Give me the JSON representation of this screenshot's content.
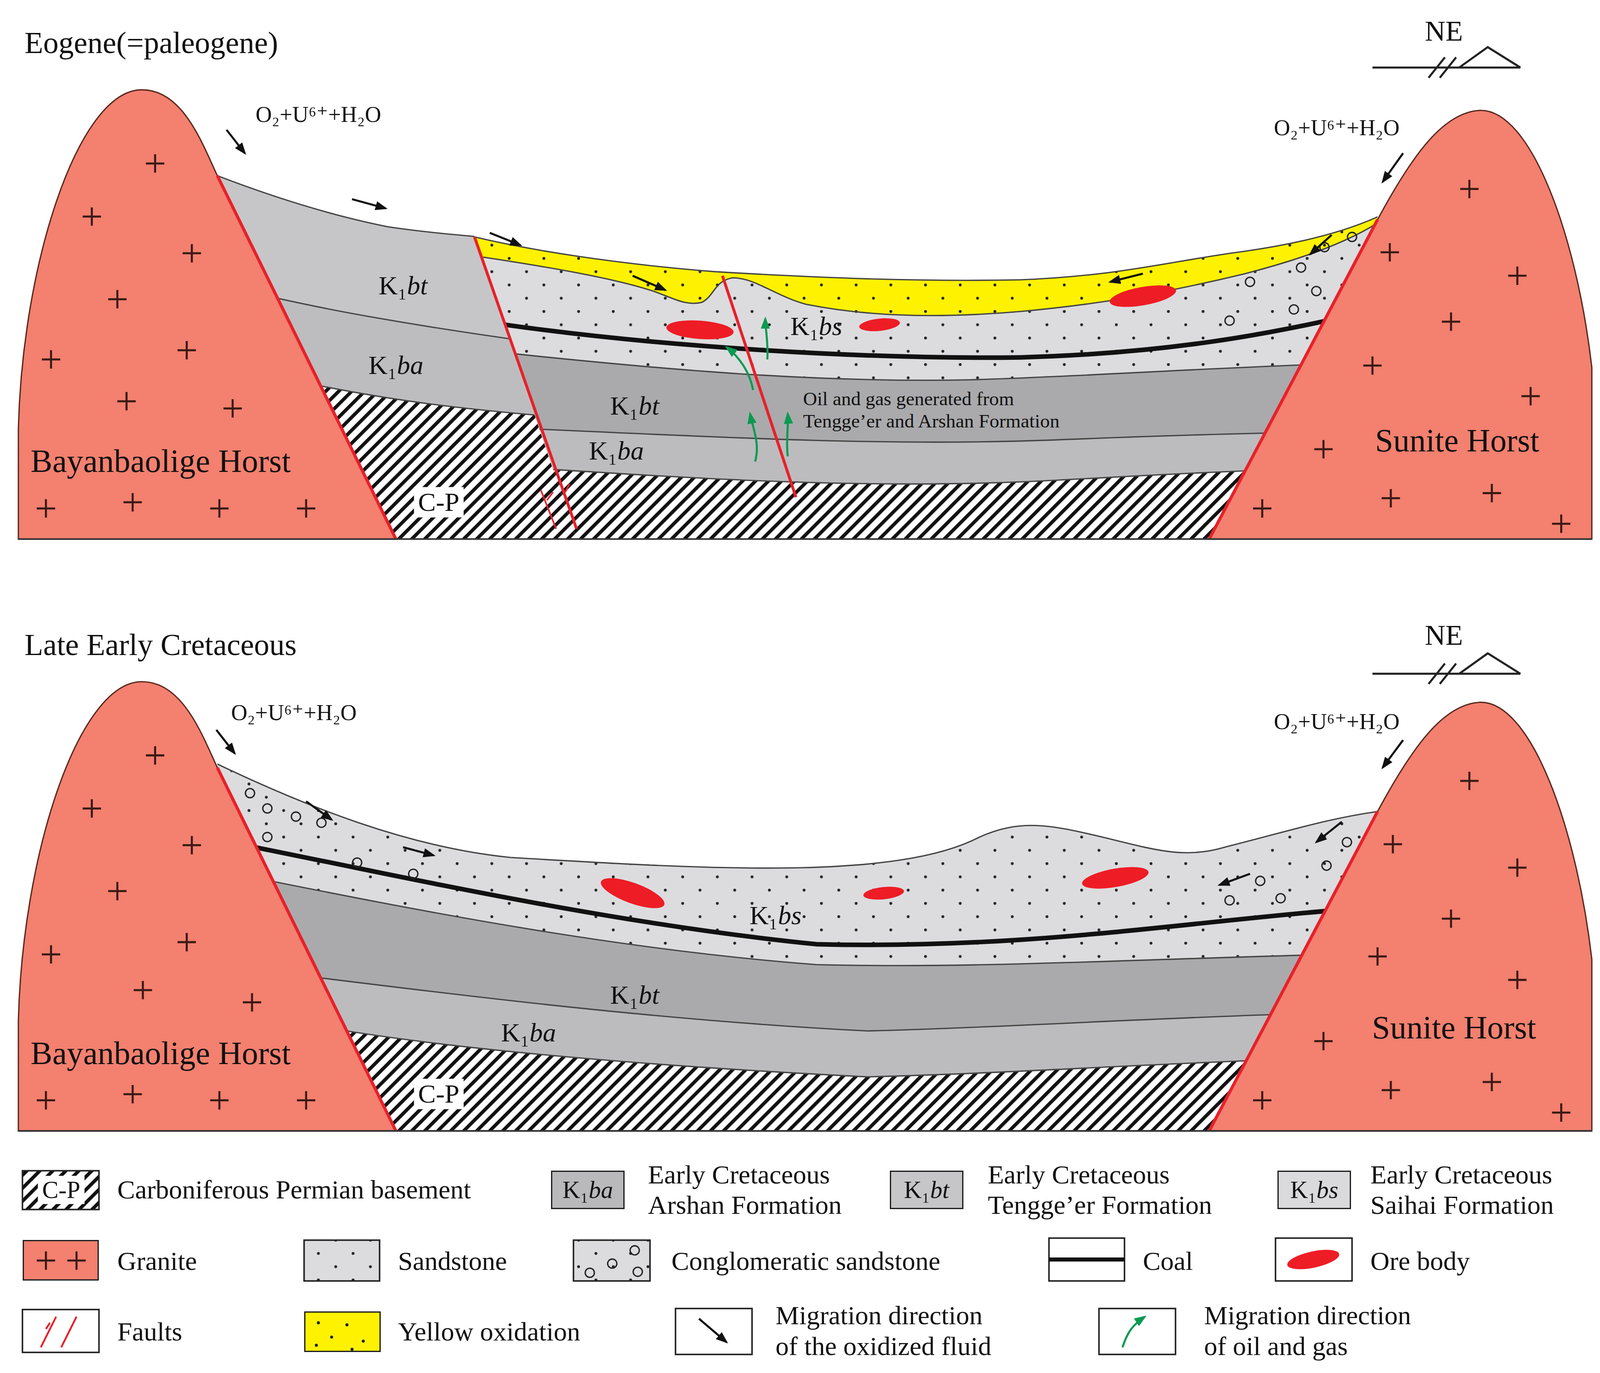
{
  "diagram": {
    "labels": [
      "Eogene(=paleogene)",
      "NE",
      "O₂+U⁶⁺+H₂O",
      "O₂+U⁶⁺+H₂O",
      "K₁bt",
      "K₁bs",
      "K₁ba",
      "Oil and gas generated from Tengge’er and Arshan Formation",
      "K₁bt",
      "K₁ba",
      "Bayanbaolige Horst",
      "Sunite Horst",
      "C-P",
      "Late Early Cretaceous",
      "NE",
      "O₂+U⁶⁺+H₂O",
      "O₂+U⁶⁺+H₂O",
      "K₁bs",
      "K₁bt",
      "K₁ba",
      "Bayanbaolige Horst",
      "Sunite Horst",
      "C-P",
      "C-P",
      "K₁ba",
      "K₁bt",
      "K₁bs"
    ],
    "legend": [
      {
        "text": "Carboniferous Permian basement"
      },
      {
        "text": "Early Cretaceous Arshan Formation",
        "color": "#b9b9bb"
      },
      {
        "text": "Early Cretaceous Tengge’er Formation",
        "color": "#c6c6c8"
      },
      {
        "text": "Early Cretaceous Saihai Formation",
        "color": "#dadadc"
      },
      {
        "text": "Granite",
        "color": "#f4806f"
      },
      {
        "text": "Sandstone"
      },
      {
        "text": "Conglomeratic sandstone"
      },
      {
        "text": "Coal"
      },
      {
        "text": "Ore body"
      },
      {
        "text": "Faults"
      },
      {
        "text": "Yellow oxidation",
        "color": "#fff200"
      },
      {
        "text": "Migration direction of the oxidized fluid"
      },
      {
        "text": "Migration direction of oil and gas"
      }
    ]
  }
}
